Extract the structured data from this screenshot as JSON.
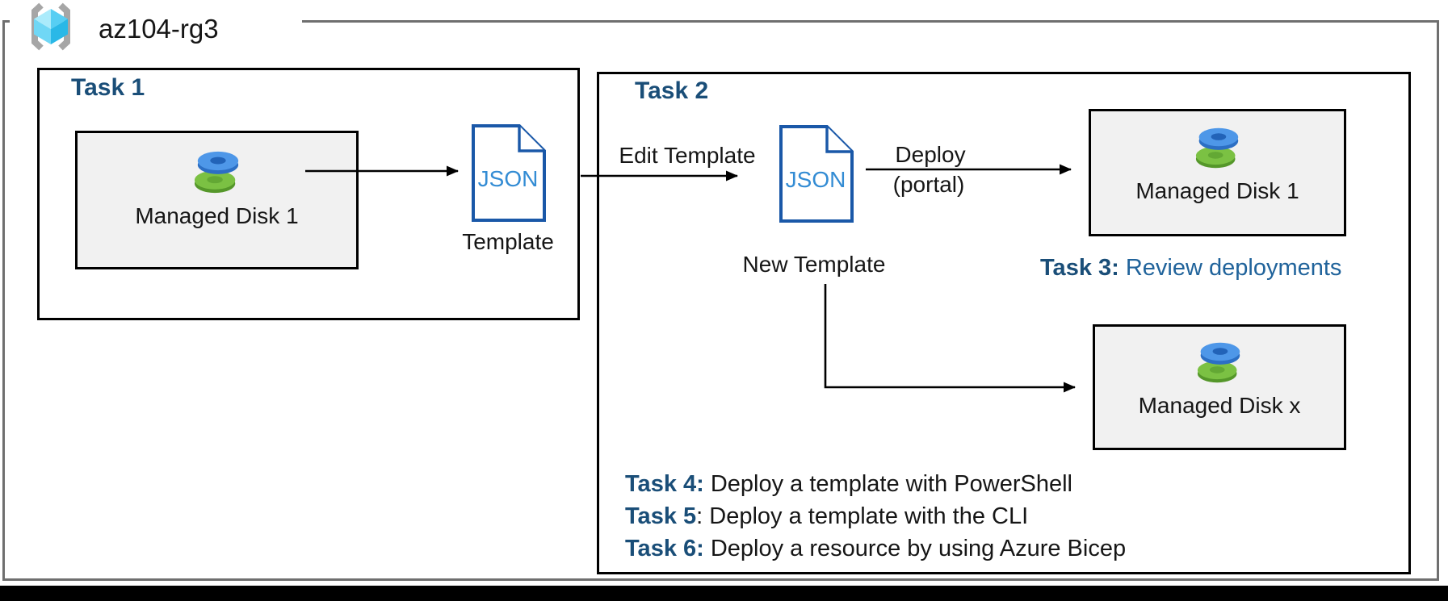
{
  "resource_group": {
    "name": "az104-rg3"
  },
  "labels": {
    "json": "JSON"
  },
  "task1": {
    "title": "Task 1",
    "disk_label": "Managed Disk 1",
    "template_label": "Template"
  },
  "task2": {
    "title": "Task 2",
    "edit_arrow_label": "Edit Template",
    "new_template_label": "New Template",
    "deploy_label": "Deploy",
    "deploy_sublabel": "(portal)",
    "managed_disk_1_label": "Managed Disk 1",
    "managed_disk_x_label": "Managed Disk x",
    "task3": {
      "label": "Task 3:",
      "rest": " Review deployments"
    },
    "tasks": [
      {
        "label": "Task 4:",
        "rest": " Deploy a template with PowerShell"
      },
      {
        "label": "Task 5",
        "rest": ": Deploy a template with the CLI"
      },
      {
        "label": "Task 6:",
        "rest": " Deploy a resource by using Azure Bicep"
      }
    ]
  },
  "colors": {
    "task_label_navy": "#1a4e78",
    "task3_text_blue": "#20639b",
    "json_doc_border": "#1a58a8",
    "json_doc_text": "#338cd4",
    "disk_blue": "#4e97e8",
    "disk_green": "#7bc143",
    "box_fill_gray": "#f1f1f1",
    "rg_border_gray": "#6f6f6f"
  }
}
